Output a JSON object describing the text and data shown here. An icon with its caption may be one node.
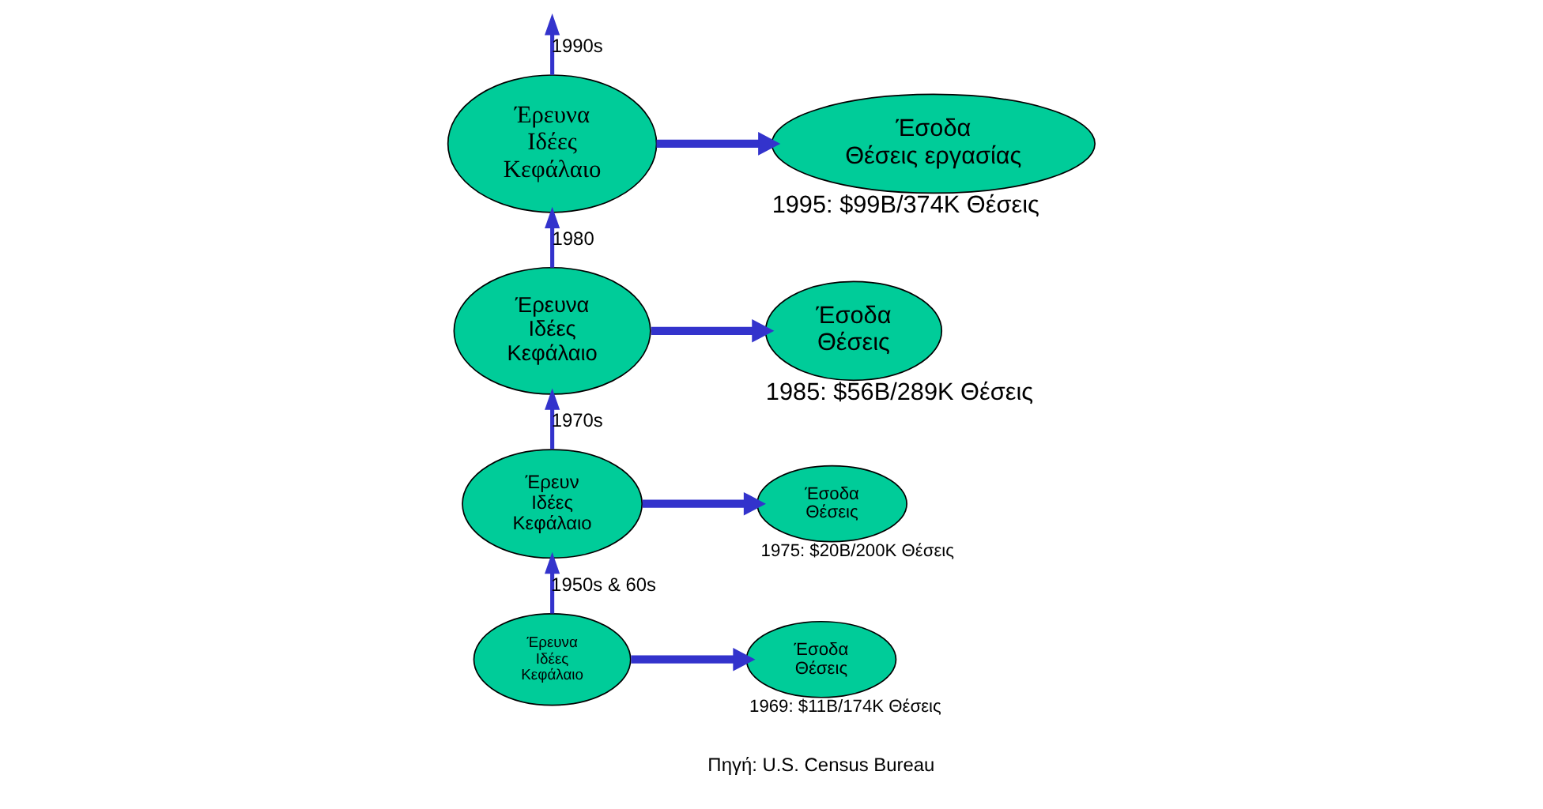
{
  "diagram": {
    "nodes": [
      {
        "text": [
          "Έρευνα",
          "Ιδέες",
          "Κεφάλαιο"
        ]
      },
      {
        "text": [
          "Έσοδα",
          "Θέσεις εργασίας"
        ],
        "beside": [
          "1995: $99B/374K Θέσεις"
        ]
      },
      {
        "text": [
          "Έρευνα",
          "Ιδέες",
          "Κεφάλαιο"
        ]
      },
      {
        "text": [
          "Έσοδα",
          "Θέσεις"
        ],
        "beside": [
          "1985: $56B/289K Θέσεις"
        ]
      },
      {
        "text": [
          "Έρευν",
          "Ιδέες",
          "Κεφάλαιο"
        ]
      },
      {
        "text": [
          "Έσοδα",
          "Θέσεις"
        ],
        "beside": [
          "1975: $20B/200K Θέσεις"
        ]
      },
      {
        "text": [
          "Έρευνα",
          "Ιδέες",
          "Κεφάλαιο"
        ]
      },
      {
        "text": [
          "Έσοδα",
          "Θέσεις"
        ],
        "beside": [
          "1969: $11B/174K Θέσεις"
        ]
      }
    ],
    "edges": [
      {
        "from": 0,
        "to": 1,
        "arrow": "to",
        "style": "thick"
      },
      {
        "from": 2,
        "to": 3,
        "arrow": "to",
        "style": "thick"
      },
      {
        "from": 4,
        "to": 5,
        "arrow": "to",
        "style": "thick"
      },
      {
        "from": 6,
        "to": 7,
        "arrow": "to",
        "style": "thick"
      },
      {
        "from": 6,
        "to": 4,
        "arrow": "to",
        "label": "1950s & 60s"
      },
      {
        "from": 4,
        "to": 2,
        "arrow": "to",
        "label": "1970s"
      },
      {
        "from": 2,
        "to": 0,
        "arrow": "to",
        "label": "1980"
      },
      {
        "from": 0,
        "to": null,
        "arrow": "to",
        "label": "1990s"
      }
    ],
    "labels": [
      "Πηγή: U.S. Census Bureau"
    ]
  }
}
